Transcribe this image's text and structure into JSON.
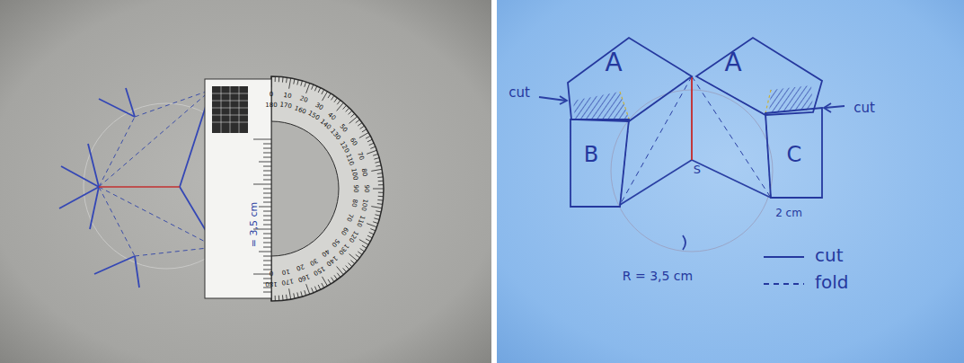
{
  "diagram": {
    "nodes": [
      {
        "text": [
          "A"
        ]
      },
      {
        "text": [
          "A"
        ]
      },
      {
        "text": [
          "B"
        ]
      },
      {
        "text": [
          "C"
        ]
      }
    ],
    "labels": [
      "= 3,5 cm",
      "cut",
      "cut",
      "S",
      "2 cm",
      "R = 3,5 cm",
      "0",
      "10",
      "20",
      "30",
      "40",
      "50",
      "60",
      "70",
      "80",
      "90",
      "100",
      "110",
      "120",
      "130",
      "140",
      "150",
      "160",
      "170",
      "180",
      "180",
      "170",
      "160",
      "150",
      "140",
      "130",
      "120",
      "110",
      "100",
      "90",
      "80",
      "70",
      "60",
      "50",
      "40",
      "30",
      "20",
      "10",
      "0"
    ],
    "legend": [
      {
        "text": "cut"
      },
      {
        "text": "fold"
      }
    ]
  }
}
